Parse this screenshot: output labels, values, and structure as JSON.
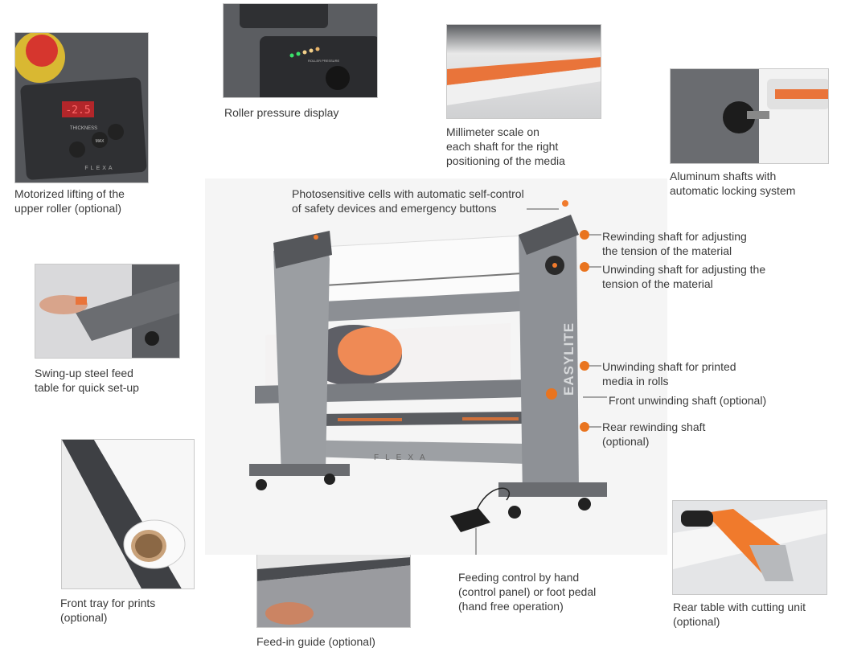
{
  "features": [
    {
      "id": "motorized-lifting",
      "caption": "Motorized lifting of the\nupper roller (optional)",
      "display": "-2.5",
      "panel_label": "THICKNESS",
      "button": "MAX",
      "brand": "FLEXA"
    },
    {
      "id": "roller-pressure",
      "caption": "Roller pressure display",
      "panel_label": "ROLLER PRESSURE"
    },
    {
      "id": "millimeter-scale",
      "caption": "Millimeter scale on\neach shaft for the right\npositioning of the media"
    },
    {
      "id": "aluminum-shafts",
      "caption": "Aluminum shafts with\nautomatic locking system"
    },
    {
      "id": "swing-up-table",
      "caption": "Swing-up steel feed\ntable for quick set-up"
    },
    {
      "id": "front-tray",
      "caption": "Front tray for prints\n(optional)"
    },
    {
      "id": "feed-in-guide",
      "caption": "Feed-in guide (optional)"
    },
    {
      "id": "rear-table",
      "caption": "Rear table with cutting unit\n(optional)"
    }
  ],
  "machine": {
    "model": "EASYLITE",
    "brand": "FLEXA"
  },
  "callouts": [
    {
      "id": "photosensitive",
      "text": "Photosensitive cells with automatic self-control\nof safety devices and emergency buttons"
    },
    {
      "id": "rewinding-tension",
      "text": "Rewinding shaft for adjusting\nthe tension of the material"
    },
    {
      "id": "unwinding-tension",
      "text": "Unwinding shaft for adjusting the\ntension of the material"
    },
    {
      "id": "unwinding-printed",
      "text": "Unwinding shaft for printed\nmedia in rolls"
    },
    {
      "id": "front-unwinding",
      "text": "Front unwinding shaft (optional)"
    },
    {
      "id": "rear-rewinding",
      "text": "Rear rewinding shaft\n(optional)"
    },
    {
      "id": "feeding-control",
      "text": "Feeding control by hand\n(control panel) or foot pedal\n(hand free operation)"
    }
  ],
  "colors": {
    "accent": "#f07a2c",
    "frame": "#8e9196",
    "dark": "#4a4c50"
  }
}
